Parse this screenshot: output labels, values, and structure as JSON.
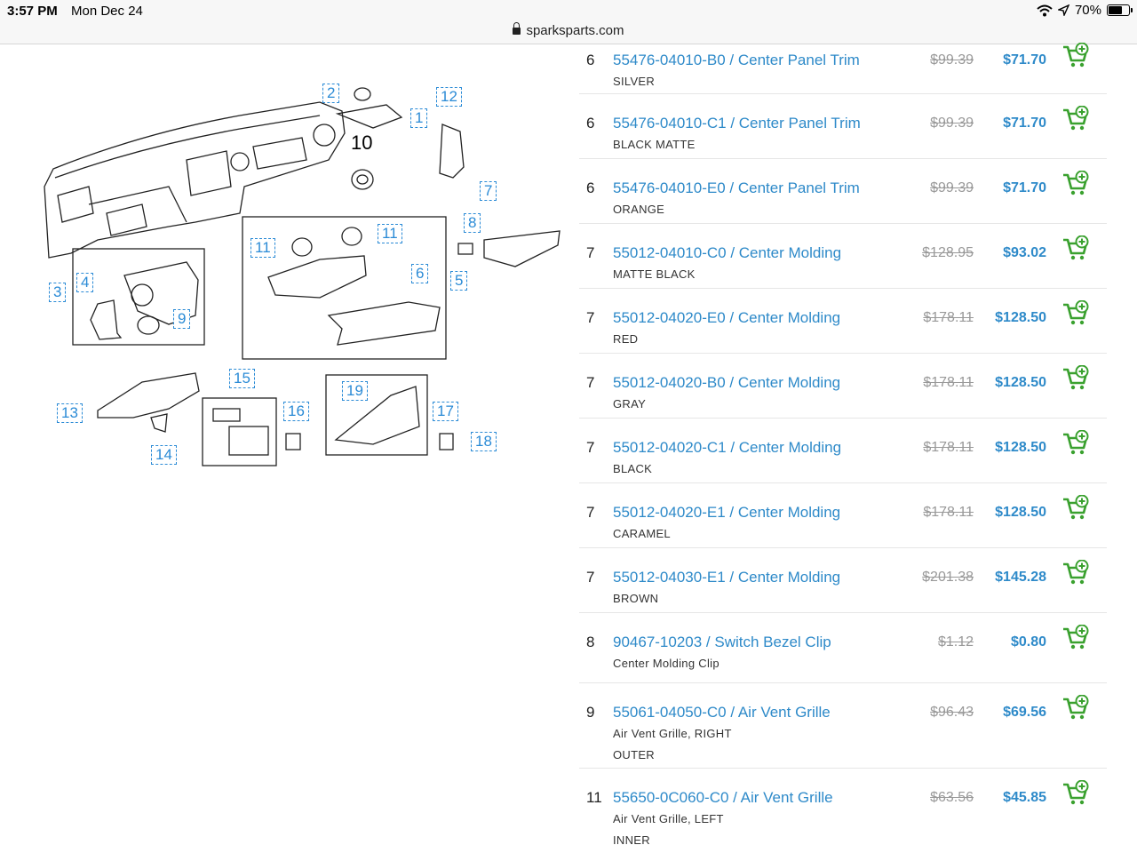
{
  "status_bar": {
    "time": "3:57 PM",
    "date": "Mon Dec 24",
    "battery": "70%",
    "battery_level": 0.7
  },
  "browser": {
    "url": "sparksparts.com"
  },
  "diagram": {
    "callouts": [
      "1",
      "2",
      "3",
      "4",
      "5",
      "6",
      "7",
      "8",
      "9",
      "11",
      "11",
      "12",
      "13",
      "14",
      "15",
      "16",
      "17",
      "18",
      "19"
    ],
    "label_10": "10"
  },
  "parts": [
    {
      "num": "6",
      "part": "55476-04010-B0 / Center Panel Trim",
      "subs": [
        "SILVER"
      ],
      "old_price": "$99.39",
      "price": "$71.70"
    },
    {
      "num": "6",
      "part": "55476-04010-C1 / Center Panel Trim",
      "subs": [
        "BLACK MATTE"
      ],
      "old_price": "$99.39",
      "price": "$71.70"
    },
    {
      "num": "6",
      "part": "55476-04010-E0 / Center Panel Trim",
      "subs": [
        "ORANGE"
      ],
      "old_price": "$99.39",
      "price": "$71.70"
    },
    {
      "num": "7",
      "part": "55012-04010-C0 / Center Molding",
      "subs": [
        "MATTE BLACK"
      ],
      "old_price": "$128.95",
      "price": "$93.02"
    },
    {
      "num": "7",
      "part": "55012-04020-E0 / Center Molding",
      "subs": [
        "RED"
      ],
      "old_price": "$178.11",
      "price": "$128.50"
    },
    {
      "num": "7",
      "part": "55012-04020-B0 / Center Molding",
      "subs": [
        "GRAY"
      ],
      "old_price": "$178.11",
      "price": "$128.50"
    },
    {
      "num": "7",
      "part": "55012-04020-C1 / Center Molding",
      "subs": [
        "BLACK"
      ],
      "old_price": "$178.11",
      "price": "$128.50"
    },
    {
      "num": "7",
      "part": "55012-04020-E1 / Center Molding",
      "subs": [
        "CARAMEL"
      ],
      "old_price": "$178.11",
      "price": "$128.50"
    },
    {
      "num": "7",
      "part": "55012-04030-E1 / Center Molding",
      "subs": [
        "BROWN"
      ],
      "old_price": "$201.38",
      "price": "$145.28"
    },
    {
      "num": "8",
      "part": "90467-10203 / Switch Bezel Clip",
      "subs": [
        "Center Molding Clip"
      ],
      "old_price": "$1.12",
      "price": "$0.80"
    },
    {
      "num": "9",
      "part": "55061-04050-C0 / Air Vent Grille",
      "subs": [
        "Air Vent Grille, RIGHT",
        "OUTER"
      ],
      "old_price": "$96.43",
      "price": "$69.56"
    },
    {
      "num": "11",
      "part": "55650-0C060-C0 / Air Vent Grille",
      "subs": [
        "Air Vent Grille, LEFT",
        "INNER"
      ],
      "old_price": "$63.56",
      "price": "$45.85"
    }
  ],
  "colors": {
    "link": "#2e8ac9",
    "cart": "#3aa12f",
    "callout": "#2b8bd6"
  },
  "icons": {
    "cart": "add-to-cart-icon",
    "lock": "lock-icon",
    "wifi": "wifi-icon",
    "location": "location-arrow-icon",
    "battery": "battery-icon"
  }
}
